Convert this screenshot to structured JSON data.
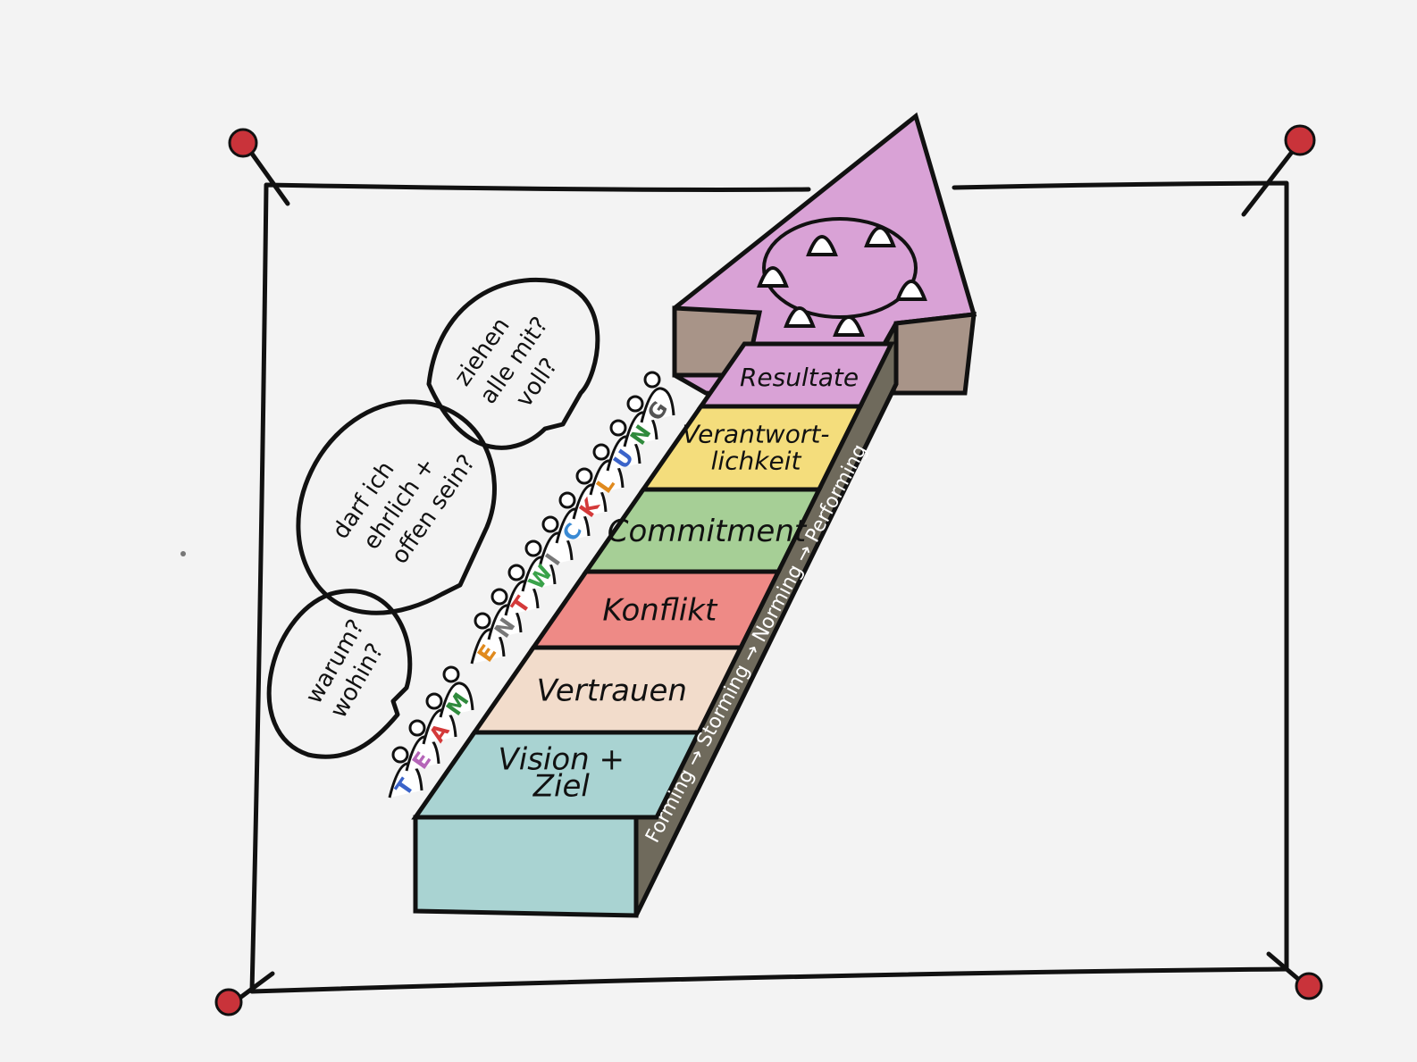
{
  "colors": {
    "pin": "#c9333a",
    "vision": "#a9d3d2",
    "vertrauen": "#f2dccb",
    "konflikt": "#ee8a86",
    "commitment": "#a6cf96",
    "verantwortlichkeit": "#f4dd7c",
    "resultate": "#d9a2d6",
    "side": "#6f6a5c"
  },
  "steps": [
    {
      "label_1": "Vision +",
      "label_2": "Ziel"
    },
    {
      "label_1": "Vertrauen"
    },
    {
      "label_1": "Konflikt"
    },
    {
      "label_1": "Commitment"
    },
    {
      "label_1": "Verantwort-",
      "label_2": "lichkeit"
    },
    {
      "label_1": "Resultate"
    }
  ],
  "phases": "Forming → Storming → Norming → Performing",
  "team_word": [
    "T",
    "E",
    "A",
    "M"
  ],
  "entwicklung_word": [
    "E",
    "N",
    "T",
    "W",
    "I",
    "C",
    "K",
    "L",
    "U",
    "N",
    "G"
  ],
  "letter_colors": [
    "#3a63c9",
    "#b565b8",
    "#d43a3a",
    "#2f8a3c",
    "#e08a1e",
    "#777777",
    "#d43a3a",
    "#3aa24a",
    "#777777",
    "#3a8ad4",
    "#d43a3a",
    "#e08a1e",
    "#3a63c9",
    "#2f8a3c",
    "#555555"
  ],
  "bubbles": [
    {
      "line_1": "warum?",
      "line_2": "wohin?"
    },
    {
      "line_1": "darf ich",
      "line_2": "ehrlich +",
      "line_3": "offen sein?"
    },
    {
      "line_1": "ziehen",
      "line_2": "alle mit?",
      "line_3": "voll?"
    }
  ]
}
